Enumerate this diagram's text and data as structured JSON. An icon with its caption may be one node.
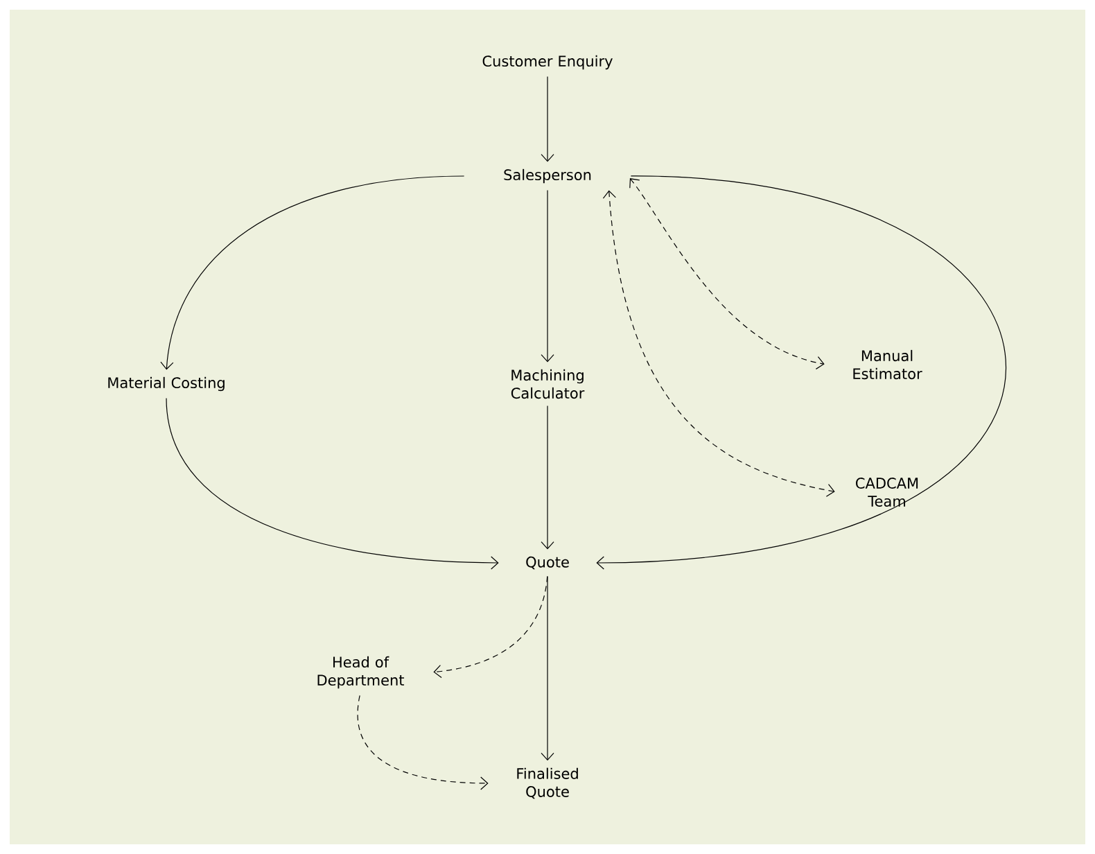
{
  "diagram": {
    "nodes": [
      {
        "text": [
          "Customer Enquiry"
        ]
      },
      {
        "text": [
          "Salesperson"
        ]
      },
      {
        "text": [
          "Material Costing"
        ]
      },
      {
        "text": [
          "Machining Calculator"
        ]
      },
      {
        "text": [
          "Manual Estimator"
        ]
      },
      {
        "text": [
          "CADCAM Team"
        ]
      },
      {
        "text": [
          "Quote"
        ]
      },
      {
        "text": [
          "Head of Department"
        ]
      },
      {
        "text": [
          "Finalised Quote"
        ]
      }
    ],
    "edges": [
      {
        "from": 0,
        "to": 1,
        "arrow": "to"
      },
      {
        "from": 1,
        "to": 2,
        "arrow": "to"
      },
      {
        "from": 1,
        "to": 3,
        "arrow": "to"
      },
      {
        "from": 1,
        "to": 4,
        "arrow": "both",
        "style": "dashed"
      },
      {
        "from": 1,
        "to": 5,
        "arrow": "both",
        "style": "dashed"
      },
      {
        "from": 1,
        "to": 6,
        "arrow": "to"
      },
      {
        "from": 2,
        "to": 6,
        "arrow": "to"
      },
      {
        "from": 3,
        "to": 6,
        "arrow": "to"
      },
      {
        "from": 6,
        "to": 7,
        "arrow": "to",
        "style": "dashed"
      },
      {
        "from": 6,
        "to": 8,
        "arrow": "to"
      },
      {
        "from": 7,
        "to": 8,
        "arrow": "to",
        "style": "dashed"
      }
    ]
  }
}
